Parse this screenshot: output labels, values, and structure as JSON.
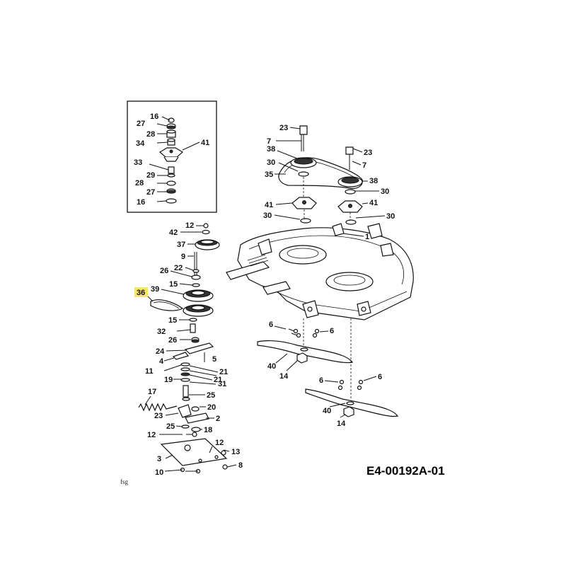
{
  "figure": {
    "reference": "E4-00192A-01",
    "source_mark": "fsg",
    "highlight_color": "#f5e66a",
    "highlighted_label": "36"
  },
  "inset_labels": [
    "16",
    "27",
    "28",
    "34",
    "41",
    "33",
    "29",
    "28",
    "27",
    "16"
  ],
  "spindle_labels": [
    "12",
    "42",
    "37",
    "9",
    "22",
    "26",
    "15",
    "39",
    "36",
    "15",
    "32",
    "26",
    "24",
    "4",
    "5",
    "11",
    "21",
    "19",
    "21",
    "31",
    "25",
    "17",
    "20",
    "23",
    "2",
    "25",
    "18",
    "12",
    "12",
    "13",
    "3",
    "10",
    "8"
  ],
  "deck_labels": [
    "23",
    "7",
    "23",
    "7",
    "38",
    "30",
    "35",
    "38",
    "30",
    "41",
    "41",
    "30",
    "30",
    "1",
    "6",
    "6",
    "40",
    "14",
    "6",
    "6",
    "40",
    "14"
  ]
}
